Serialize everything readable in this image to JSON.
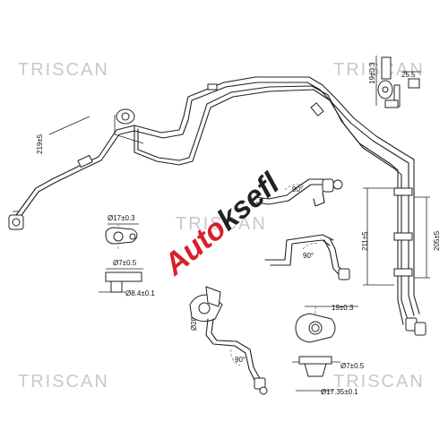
{
  "watermarks": [
    "TRISCAN",
    "TRISCAN",
    "TRISCAN",
    "TRISCAN",
    "TRISCAN"
  ],
  "overlay_logo": {
    "text_a": "Auto",
    "text_b": "ksefl",
    "color_a": "#d8202a",
    "color_b": "#222222"
  },
  "dimensions": {
    "d_19_03_top": "19±0.3",
    "d_25_5": "25.5",
    "d_219_5": "219±5",
    "d_17_03": "Ø17±0.3",
    "d_7_05_left": "Ø7±0.5",
    "d_84_01": "Ø8.4±0.1",
    "d_211_5": "211±5",
    "d_205_5": "205±5",
    "d_19_03_right": "19±0.3",
    "d_7_05_right": "Ø7±0.5",
    "d_1735_01": "Ø17.35±0.1",
    "d_28_01": "Ø28±0.1",
    "angle_90_a": "90°",
    "angle_90_b": "90°",
    "angle_90_c": "90°"
  },
  "colors": {
    "line": "#222222",
    "watermark": "#c9c9c9",
    "brand_red": "#d8202a"
  }
}
